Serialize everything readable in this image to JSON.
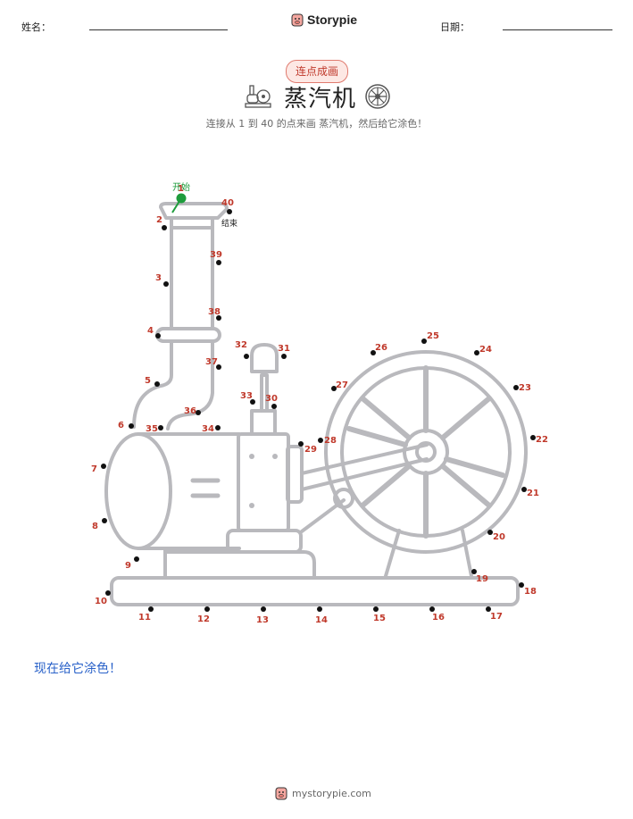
{
  "header": {
    "name_label": "姓名：",
    "date_label": "日期：",
    "brand": "Storypie"
  },
  "badge": "连点成画",
  "title": "蒸汽机",
  "subtitle": "连接从 1 到 40 的点来画 蒸汽机，然后给它涂色！",
  "start_label": "开始",
  "end_label": "结束",
  "color_now": "现在给它涂色！",
  "footer": "mystorypie.com",
  "colors": {
    "number": "#c0392b",
    "start": "#1e9c3c",
    "outline": "#b9b9bd",
    "accent_blue": "#2a62c9"
  },
  "icons": {
    "brand": "pig-logo-icon",
    "title_left": "steam-engine-icon",
    "title_right": "wheel-icon"
  },
  "dots": [
    "1",
    "2",
    "3",
    "4",
    "5",
    "6",
    "7",
    "8",
    "9",
    "10",
    "11",
    "12",
    "13",
    "14",
    "15",
    "16",
    "17",
    "18",
    "19",
    "20",
    "21",
    "22",
    "23",
    "24",
    "25",
    "26",
    "27",
    "28",
    "29",
    "30",
    "31",
    "32",
    "33",
    "34",
    "35",
    "36",
    "37",
    "38",
    "39",
    "40"
  ]
}
